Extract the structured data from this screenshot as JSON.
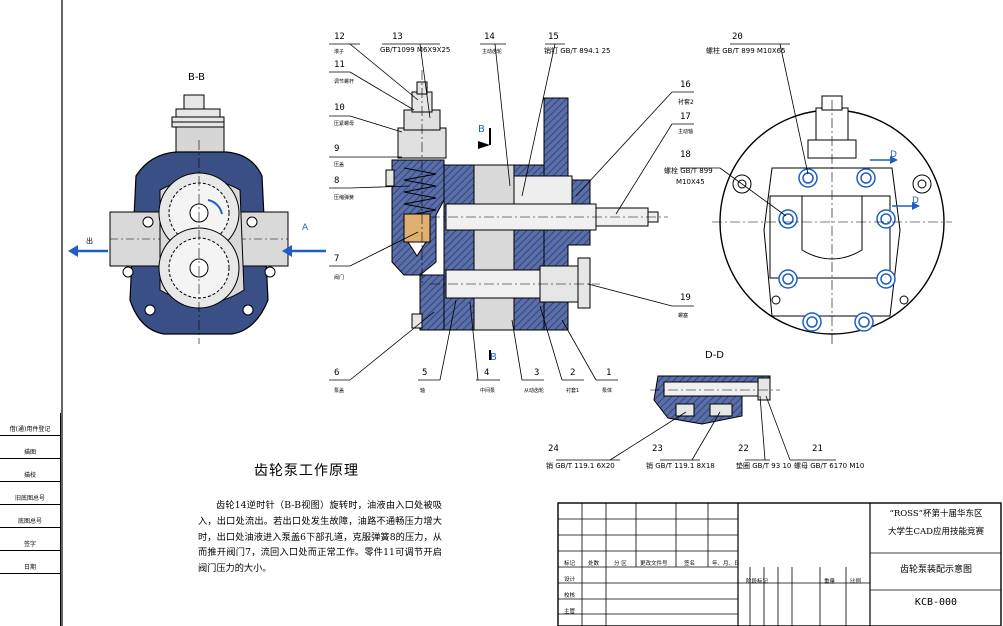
{
  "views": {
    "bb": {
      "title": "B-B",
      "in_label": "A",
      "out_label": "出"
    },
    "dd": {
      "title": "D-D"
    },
    "section_b_top": "B",
    "section_b_bottom": "B",
    "section_d_top": "D",
    "section_d_bottom": "D"
  },
  "parts": [
    {
      "num": "12",
      "note": "滚子"
    },
    {
      "num": "13",
      "note": "GB/T1099 M6X9X25"
    },
    {
      "num": "14",
      "note": "主动齿轮"
    },
    {
      "num": "15",
      "note": "销钉 GB/T 894.1 25"
    },
    {
      "num": "11",
      "note": "调节螺杆"
    },
    {
      "num": "10",
      "note": "压紧螺母"
    },
    {
      "num": "9",
      "note": "压盖"
    },
    {
      "num": "8",
      "note": "压缩弹簧"
    },
    {
      "num": "7",
      "note": "阀门"
    },
    {
      "num": "6",
      "note": "泵盖"
    },
    {
      "num": "5",
      "note": "轴"
    },
    {
      "num": "4",
      "note": "中间泵"
    },
    {
      "num": "3",
      "note": "从动齿轮"
    },
    {
      "num": "2",
      "note": "衬套1"
    },
    {
      "num": "1",
      "note": "泵体"
    },
    {
      "num": "16",
      "note": "衬套2"
    },
    {
      "num": "17",
      "note": "主动轴"
    },
    {
      "num": "18",
      "note": "螺栓 GB/T 899",
      "note2": "M10X45"
    },
    {
      "num": "19",
      "note": "螺塞"
    },
    {
      "num": "20",
      "note": "螺柱 GB/T 899 M10X65"
    },
    {
      "num": "21",
      "note": "螺母 GB/T 6170 M10"
    },
    {
      "num": "22",
      "note": "垫圈 GB/T 93 10"
    },
    {
      "num": "23",
      "note": "销 GB/T 119.1 8X18"
    },
    {
      "num": "24",
      "note": "销 GB/T 119.1 6X20"
    }
  ],
  "left_column": [
    "借(通)用件登记",
    "描图",
    "描校",
    "旧底图总号",
    "底图总号",
    "签字",
    "日期"
  ],
  "description": {
    "title": "齿轮泵工作原理",
    "body": "齿轮14逆时针（B-B视图）旋转时，油液由入口处被吸入，出口处流出。若出口处发生故障，油路不通畅压力增大时，出口处油液进入泵盖6下部孔道，克服弹簧8的压力，从而推开阀门7，流回入口处而正常工作。零件11可调节开启阀门压力的大小。"
  },
  "title_block": {
    "competition_line1": "“ROSS”杯第十届华东区",
    "competition_line2": "大学生CAD应用技能竞赛",
    "drawing_title": "齿轮泵装配示意图",
    "drawing_code": "KCB-000",
    "header_cells": [
      "标记",
      "处数",
      "分 区",
      "更改文件号",
      "签名",
      "年、月、日"
    ],
    "row_labels": [
      "设计",
      "校核",
      "主管"
    ],
    "stage_label": "阶段标记",
    "weight_label": "重量",
    "scale_label": "比例"
  },
  "colors": {
    "line": "#000000",
    "accent": "#1f5fc4",
    "body_fill": "#3a4f86",
    "light_fill": "#d9d9d9",
    "hatch_fill": "#5a6ea8",
    "valve_fill": "#e0b070",
    "background": "#ffffff"
  }
}
